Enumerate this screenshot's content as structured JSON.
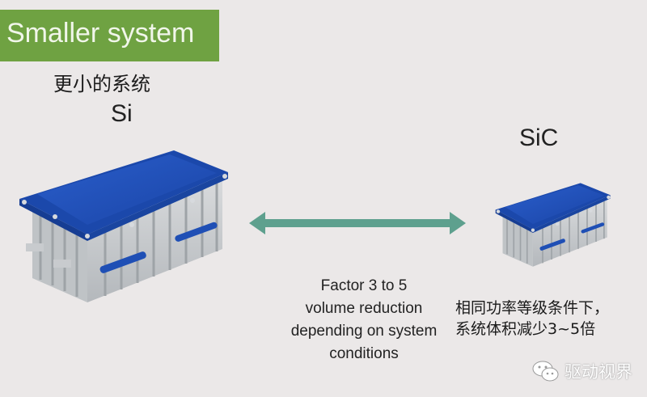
{
  "header": {
    "title": "Smaller system",
    "subtitle_cn": "更小的系统"
  },
  "labels": {
    "si": "Si",
    "sic": "SiC"
  },
  "description": {
    "en_lines": [
      "Factor 3 to 5",
      "volume reduction",
      "depending on system",
      "conditions"
    ],
    "cn_lines": [
      "相同功率等级条件下，",
      "系统体积减少3~5倍"
    ]
  },
  "watermark": {
    "icon": "wechat-icon",
    "text": "驱动视界"
  },
  "colors": {
    "title_bg": "#6fa242",
    "arrow": "#5ea08e",
    "lid_blue": "#1f4fb5",
    "housing": "#c9cccf",
    "background": "#ebe8e8"
  }
}
